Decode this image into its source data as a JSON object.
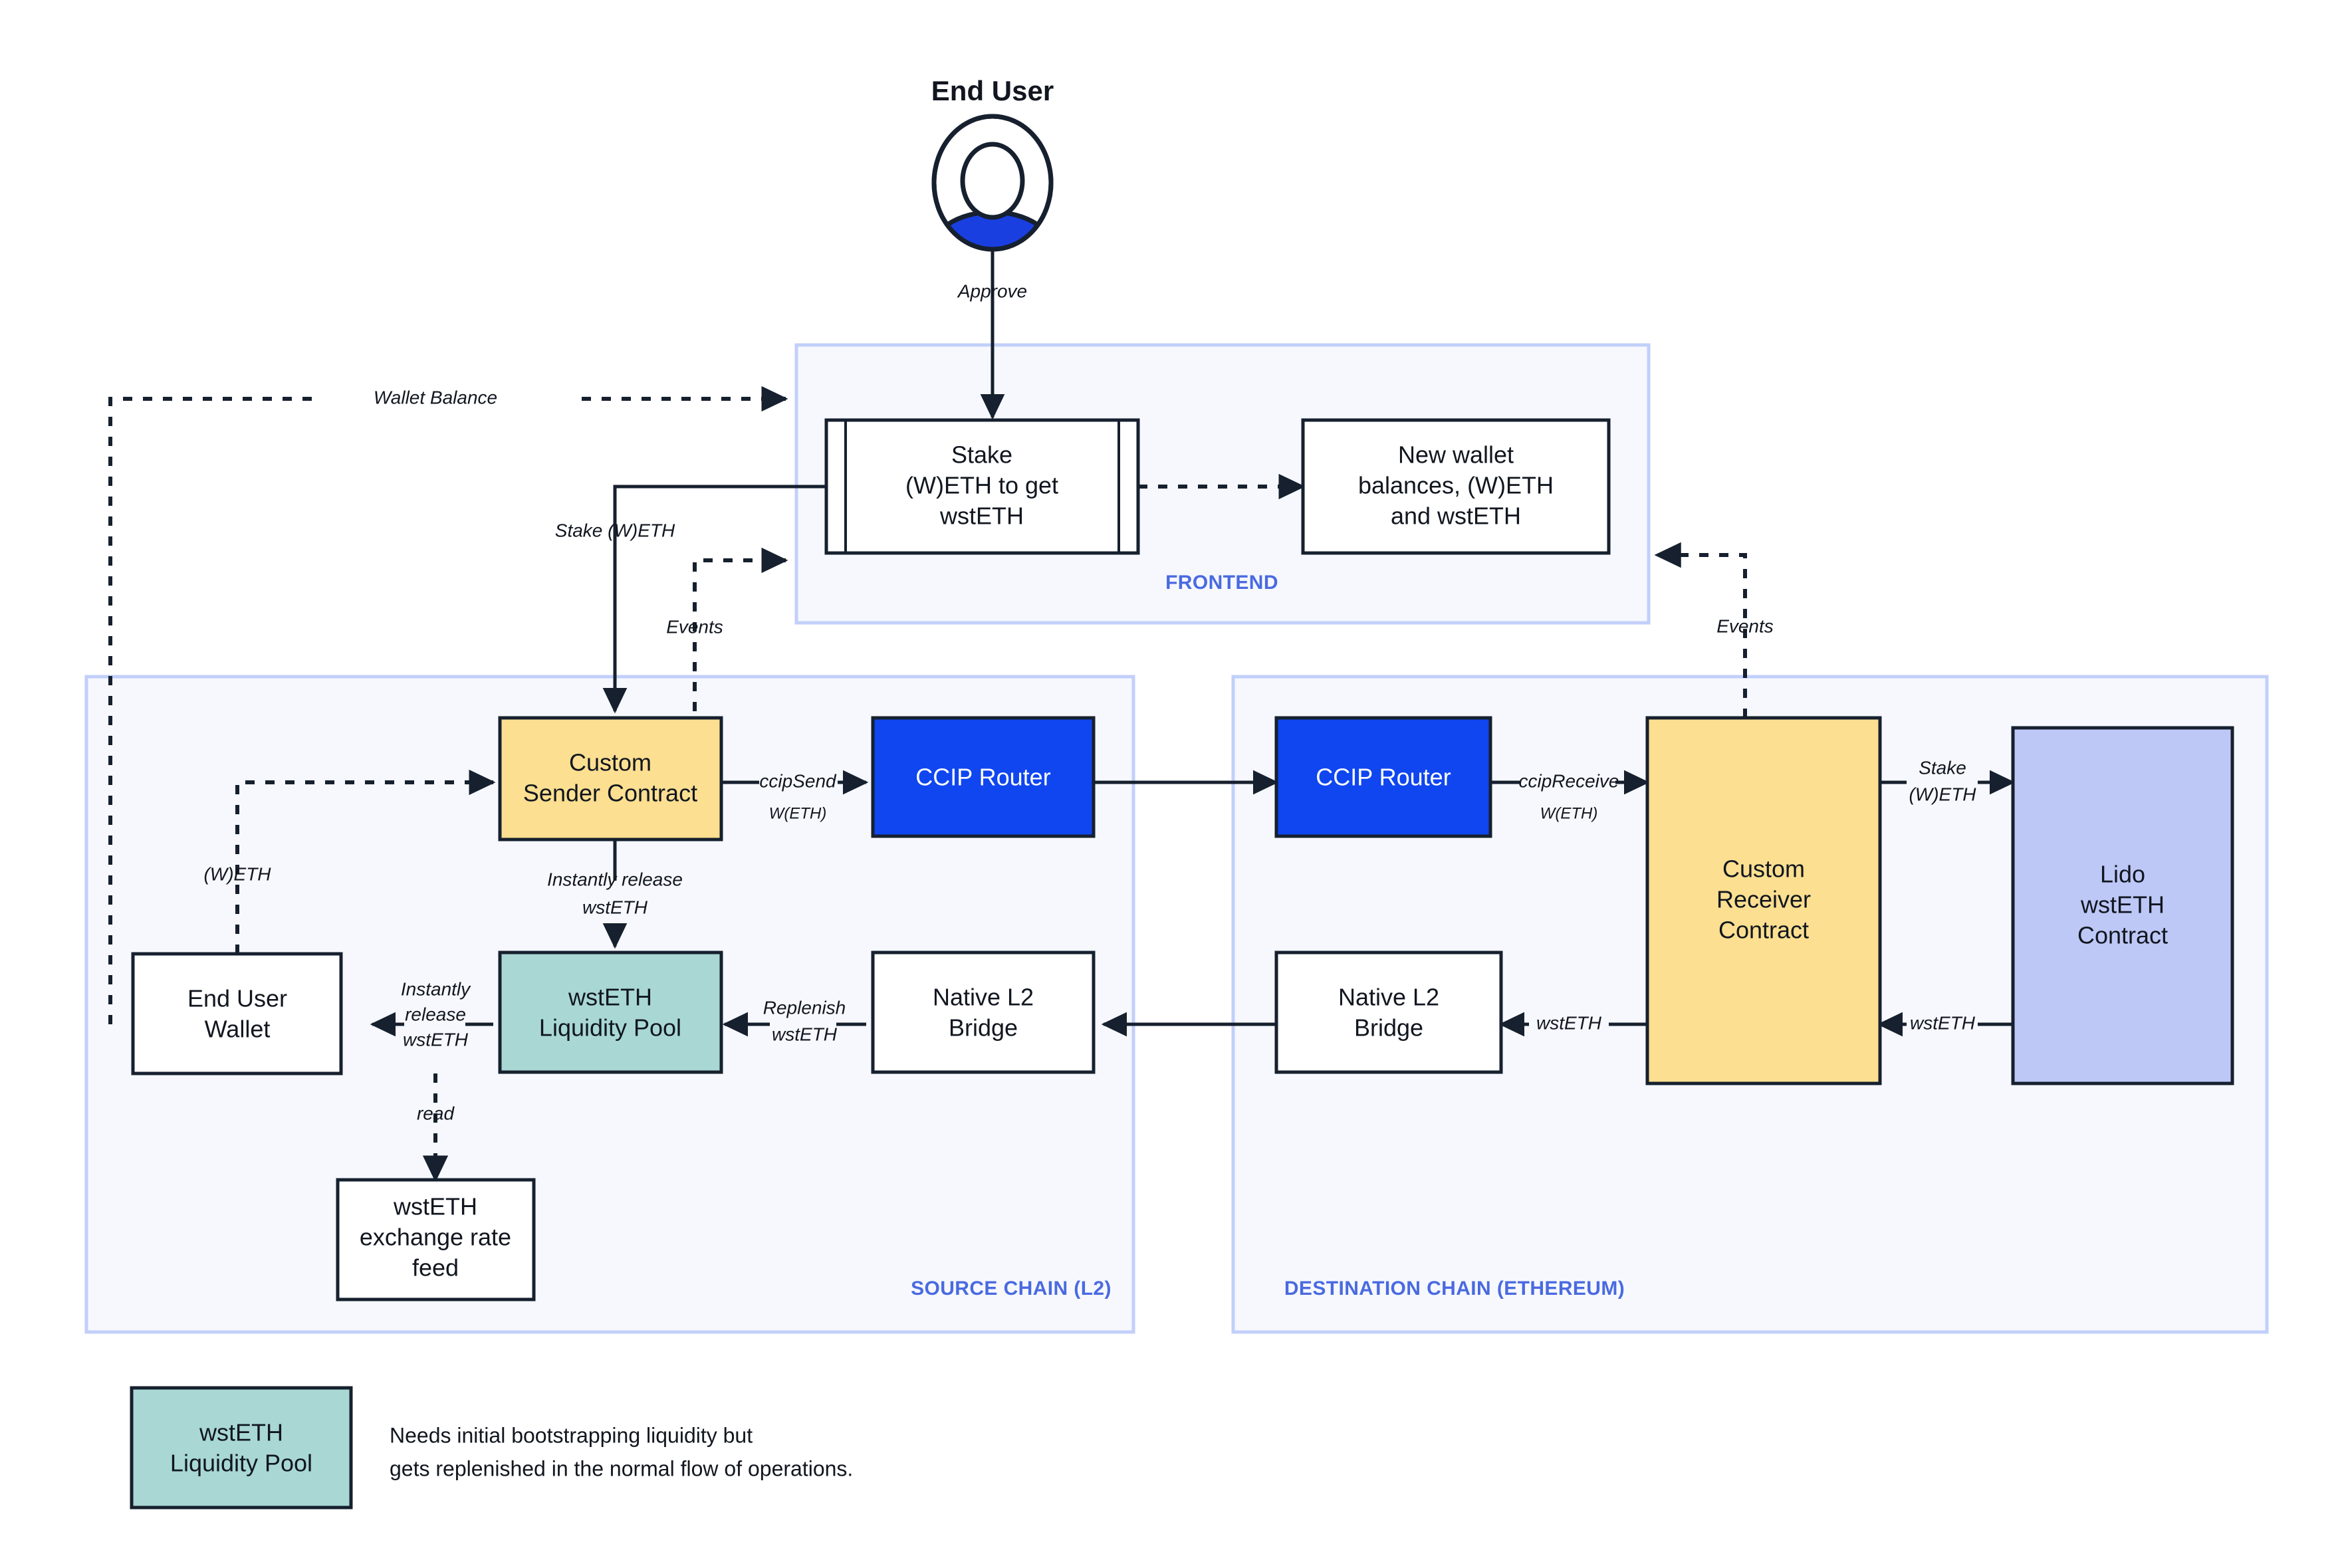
{
  "actor": {
    "title": "End User",
    "icon": "user-avatar-icon"
  },
  "containers": [
    {
      "id": "frontend",
      "label": "FRONTEND"
    },
    {
      "id": "source-chain",
      "label": "SOURCE CHAIN (L2)"
    },
    {
      "id": "destination-chain",
      "label": "DESTINATION CHAIN (ETHEREUM)"
    }
  ],
  "nodes": {
    "stake_box": {
      "lines": [
        "Stake",
        "(W)ETH to get",
        "wstETH"
      ],
      "shape": "process",
      "fill": "#ffffff"
    },
    "new_balances_box": {
      "lines": [
        "New wallet",
        "balances, (W)ETH",
        "and wstETH"
      ],
      "shape": "rect",
      "fill": "#ffffff"
    },
    "custom_sender": {
      "lines": [
        "Custom",
        "Sender Contract"
      ],
      "shape": "rect",
      "fill": "#fcdf90"
    },
    "ccip_router_src": {
      "lines": [
        "CCIP Router"
      ],
      "shape": "rect",
      "fill": "#0f46f0"
    },
    "ccip_router_dst": {
      "lines": [
        "CCIP Router"
      ],
      "shape": "rect",
      "fill": "#0f46f0"
    },
    "custom_receiver": {
      "lines": [
        "Custom",
        "Receiver",
        "Contract"
      ],
      "shape": "rect",
      "fill": "#fcdf90"
    },
    "lido_contract": {
      "lines": [
        "Lido",
        "wstETH",
        "Contract"
      ],
      "shape": "rect",
      "fill": "#bdc8f7"
    },
    "end_user_wallet": {
      "lines": [
        "End User",
        "Wallet"
      ],
      "shape": "rect",
      "fill": "#ffffff"
    },
    "liquidity_pool": {
      "lines": [
        "wstETH",
        "Liquidity Pool"
      ],
      "shape": "rect",
      "fill": "#a9d8d4"
    },
    "native_bridge_l2": {
      "lines": [
        "Native L2",
        "Bridge"
      ],
      "shape": "rect",
      "fill": "#ffffff"
    },
    "native_bridge_eth": {
      "lines": [
        "Native L2",
        "Bridge"
      ],
      "shape": "rect",
      "fill": "#ffffff"
    },
    "exchange_rate_feed": {
      "lines": [
        "wstETH",
        "exchange rate",
        "feed"
      ],
      "shape": "rect",
      "fill": "#ffffff"
    }
  },
  "edge_labels": {
    "approve": "Approve",
    "wallet_balance": "Wallet Balance",
    "stake_weth": "Stake (W)ETH",
    "events_left": "Events",
    "events_right": "Events",
    "ccip_send": "ccipSend",
    "ccip_send_sub": "W(ETH)",
    "ccip_receive": "ccipReceive",
    "ccip_receive_sub": "W(ETH)",
    "weth": "(W)ETH",
    "instantly_release_wsteth_down": [
      "Instantly release",
      "wstETH"
    ],
    "instantly_release_wsteth_left": [
      "Instantly",
      "release",
      "wstETH"
    ],
    "replenish_wsteth": [
      "Replenish",
      "wstETH"
    ],
    "read": "read",
    "wsteth_mid": "wstETH",
    "wsteth_right": "wstETH",
    "stake_weth_right": [
      "Stake",
      "(W)ETH"
    ]
  },
  "legend": {
    "swatch_lines": [
      "wstETH",
      "Liquidity Pool"
    ],
    "swatch_fill": "#a9d8d4",
    "description_lines": [
      "Needs initial bootstrapping liquidity but",
      "gets replenished in the normal flow of operations."
    ]
  },
  "colors": {
    "container_fill": "#f6f8fe",
    "container_stroke": "#c2cffa",
    "container_label": "#4a6ae0",
    "stroke_dark": "#16202e",
    "yellow": "#fcdf90",
    "blue": "#0f46f0",
    "teal": "#a9d8d4",
    "periwinkle": "#bdc8f7",
    "avatar_shoulders": "#1a3fe0"
  }
}
